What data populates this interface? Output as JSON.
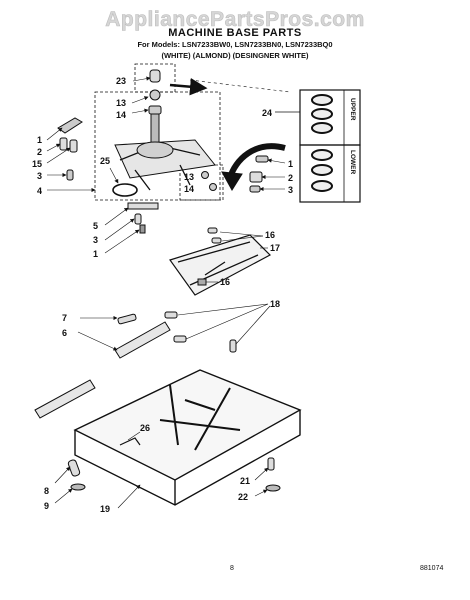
{
  "watermark": "AppliancePartsPros.com",
  "title": "MACHINE BASE PARTS",
  "models_line": "For Models: LSN7233BW0, LSN7233BN0, LSN7233BQ0",
  "variants_line": "(WHITE)   (ALMOND) (DESINGNER WHITE)",
  "panel_labels": {
    "upper": "UPPER",
    "lower": "LOWER"
  },
  "callouts": {
    "c23": "23",
    "c13a": "13",
    "c14a": "14",
    "c24": "24",
    "c1a": "1",
    "c2a": "2",
    "c15": "15",
    "c3a": "3",
    "c25": "25",
    "c4": "4",
    "c1b": "1",
    "c2b": "2",
    "c3b": "3",
    "c13b": "13",
    "c14b": "14",
    "c5": "5",
    "c3c": "3",
    "c1c": "1",
    "c16a": "16",
    "c17": "17",
    "c16b": "16",
    "c7": "7",
    "c6": "6",
    "c18": "18",
    "c26": "26",
    "c8": "8",
    "c9": "9",
    "c19": "19",
    "c21": "21",
    "c22": "22"
  },
  "footer": {
    "page_number": "8",
    "doc_number": "881074"
  }
}
